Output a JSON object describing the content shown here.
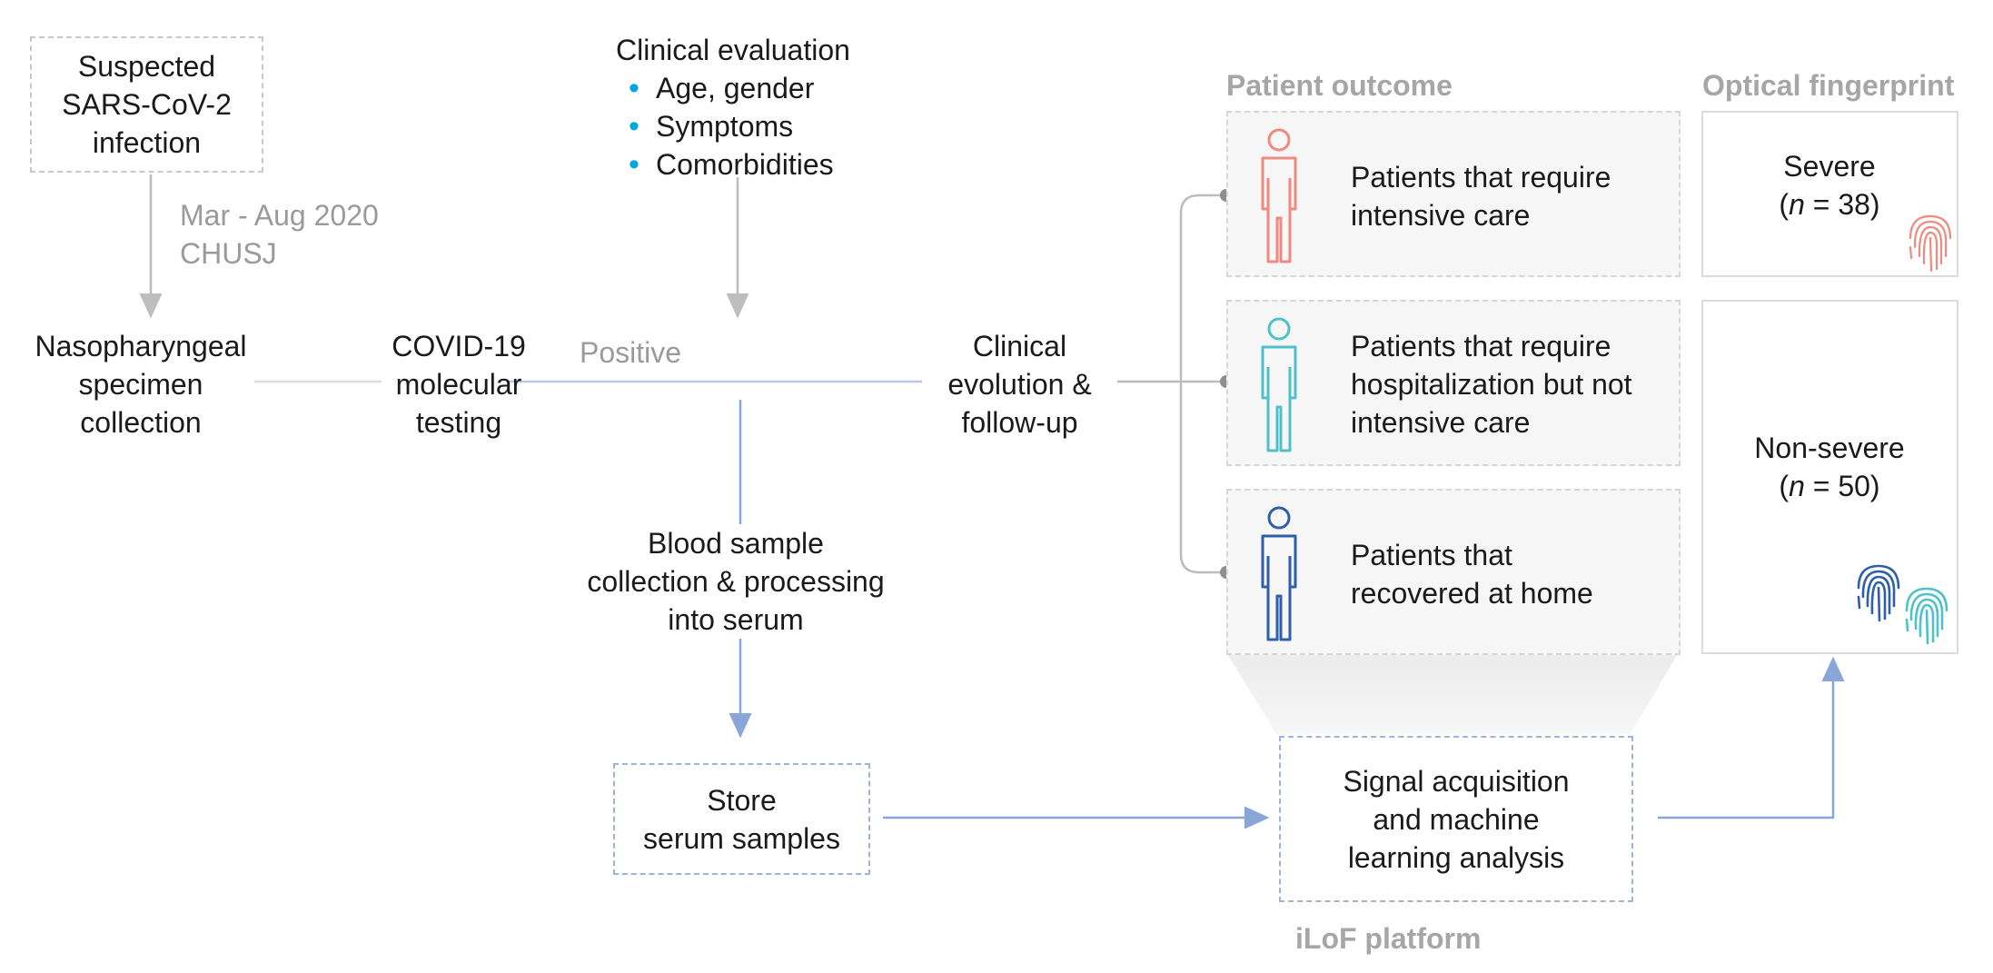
{
  "suspected": {
    "lines": [
      "Suspected",
      "SARS-CoV-2",
      "infection"
    ]
  },
  "period": {
    "lines": [
      "Mar - Aug 2020",
      "CHUSJ"
    ]
  },
  "nasopharyngeal": {
    "lines": [
      "Nasopharyngeal",
      "specimen",
      "collection"
    ]
  },
  "covid_test": {
    "lines": [
      "COVID-19",
      "molecular",
      "testing"
    ]
  },
  "positive": "Positive",
  "clinical_eval": {
    "title": "Clinical evaluation",
    "items": [
      "Age, gender",
      "Symptoms",
      "Comorbidities"
    ]
  },
  "clinical_evolution": {
    "lines": [
      "Clinical",
      "evolution &",
      "follow-up"
    ]
  },
  "blood_sample": {
    "lines": [
      "Blood sample",
      "collection & processing",
      "into serum"
    ]
  },
  "store": {
    "lines": [
      "Store",
      "serum samples"
    ]
  },
  "signal": {
    "lines": [
      "Signal acquisition",
      "and machine",
      "learning analysis"
    ]
  },
  "ilof_label": "iLoF platform",
  "patient_outcome_header": "Patient outcome",
  "optical_fingerprint_header": "Optical fingerprint",
  "outcomes": [
    {
      "lines": [
        "Patients that require",
        "intensive care"
      ],
      "color": "#f08a80"
    },
    {
      "lines": [
        "Patients that require",
        "hospitalization but not",
        "intensive care"
      ],
      "color": "#4fc1c8"
    },
    {
      "lines": [
        "Patients that",
        "recovered at home"
      ],
      "color": "#2f5fa8"
    }
  ],
  "severe": {
    "label": "Severe",
    "n_prefix": "(",
    "n_var": "n",
    "n_suffix": " = 38)"
  },
  "nonsevere": {
    "label": "Non-severe",
    "n_prefix": "(",
    "n_var": "n",
    "n_suffix": " = 50)"
  },
  "colors": {
    "arrow_gray": "#bdbdbd",
    "arrow_blue": "#8aa6d8",
    "bullet": "#00a6e0",
    "severe": "#f08a80",
    "teal": "#4fc1c8",
    "blue": "#2f5fa8"
  }
}
